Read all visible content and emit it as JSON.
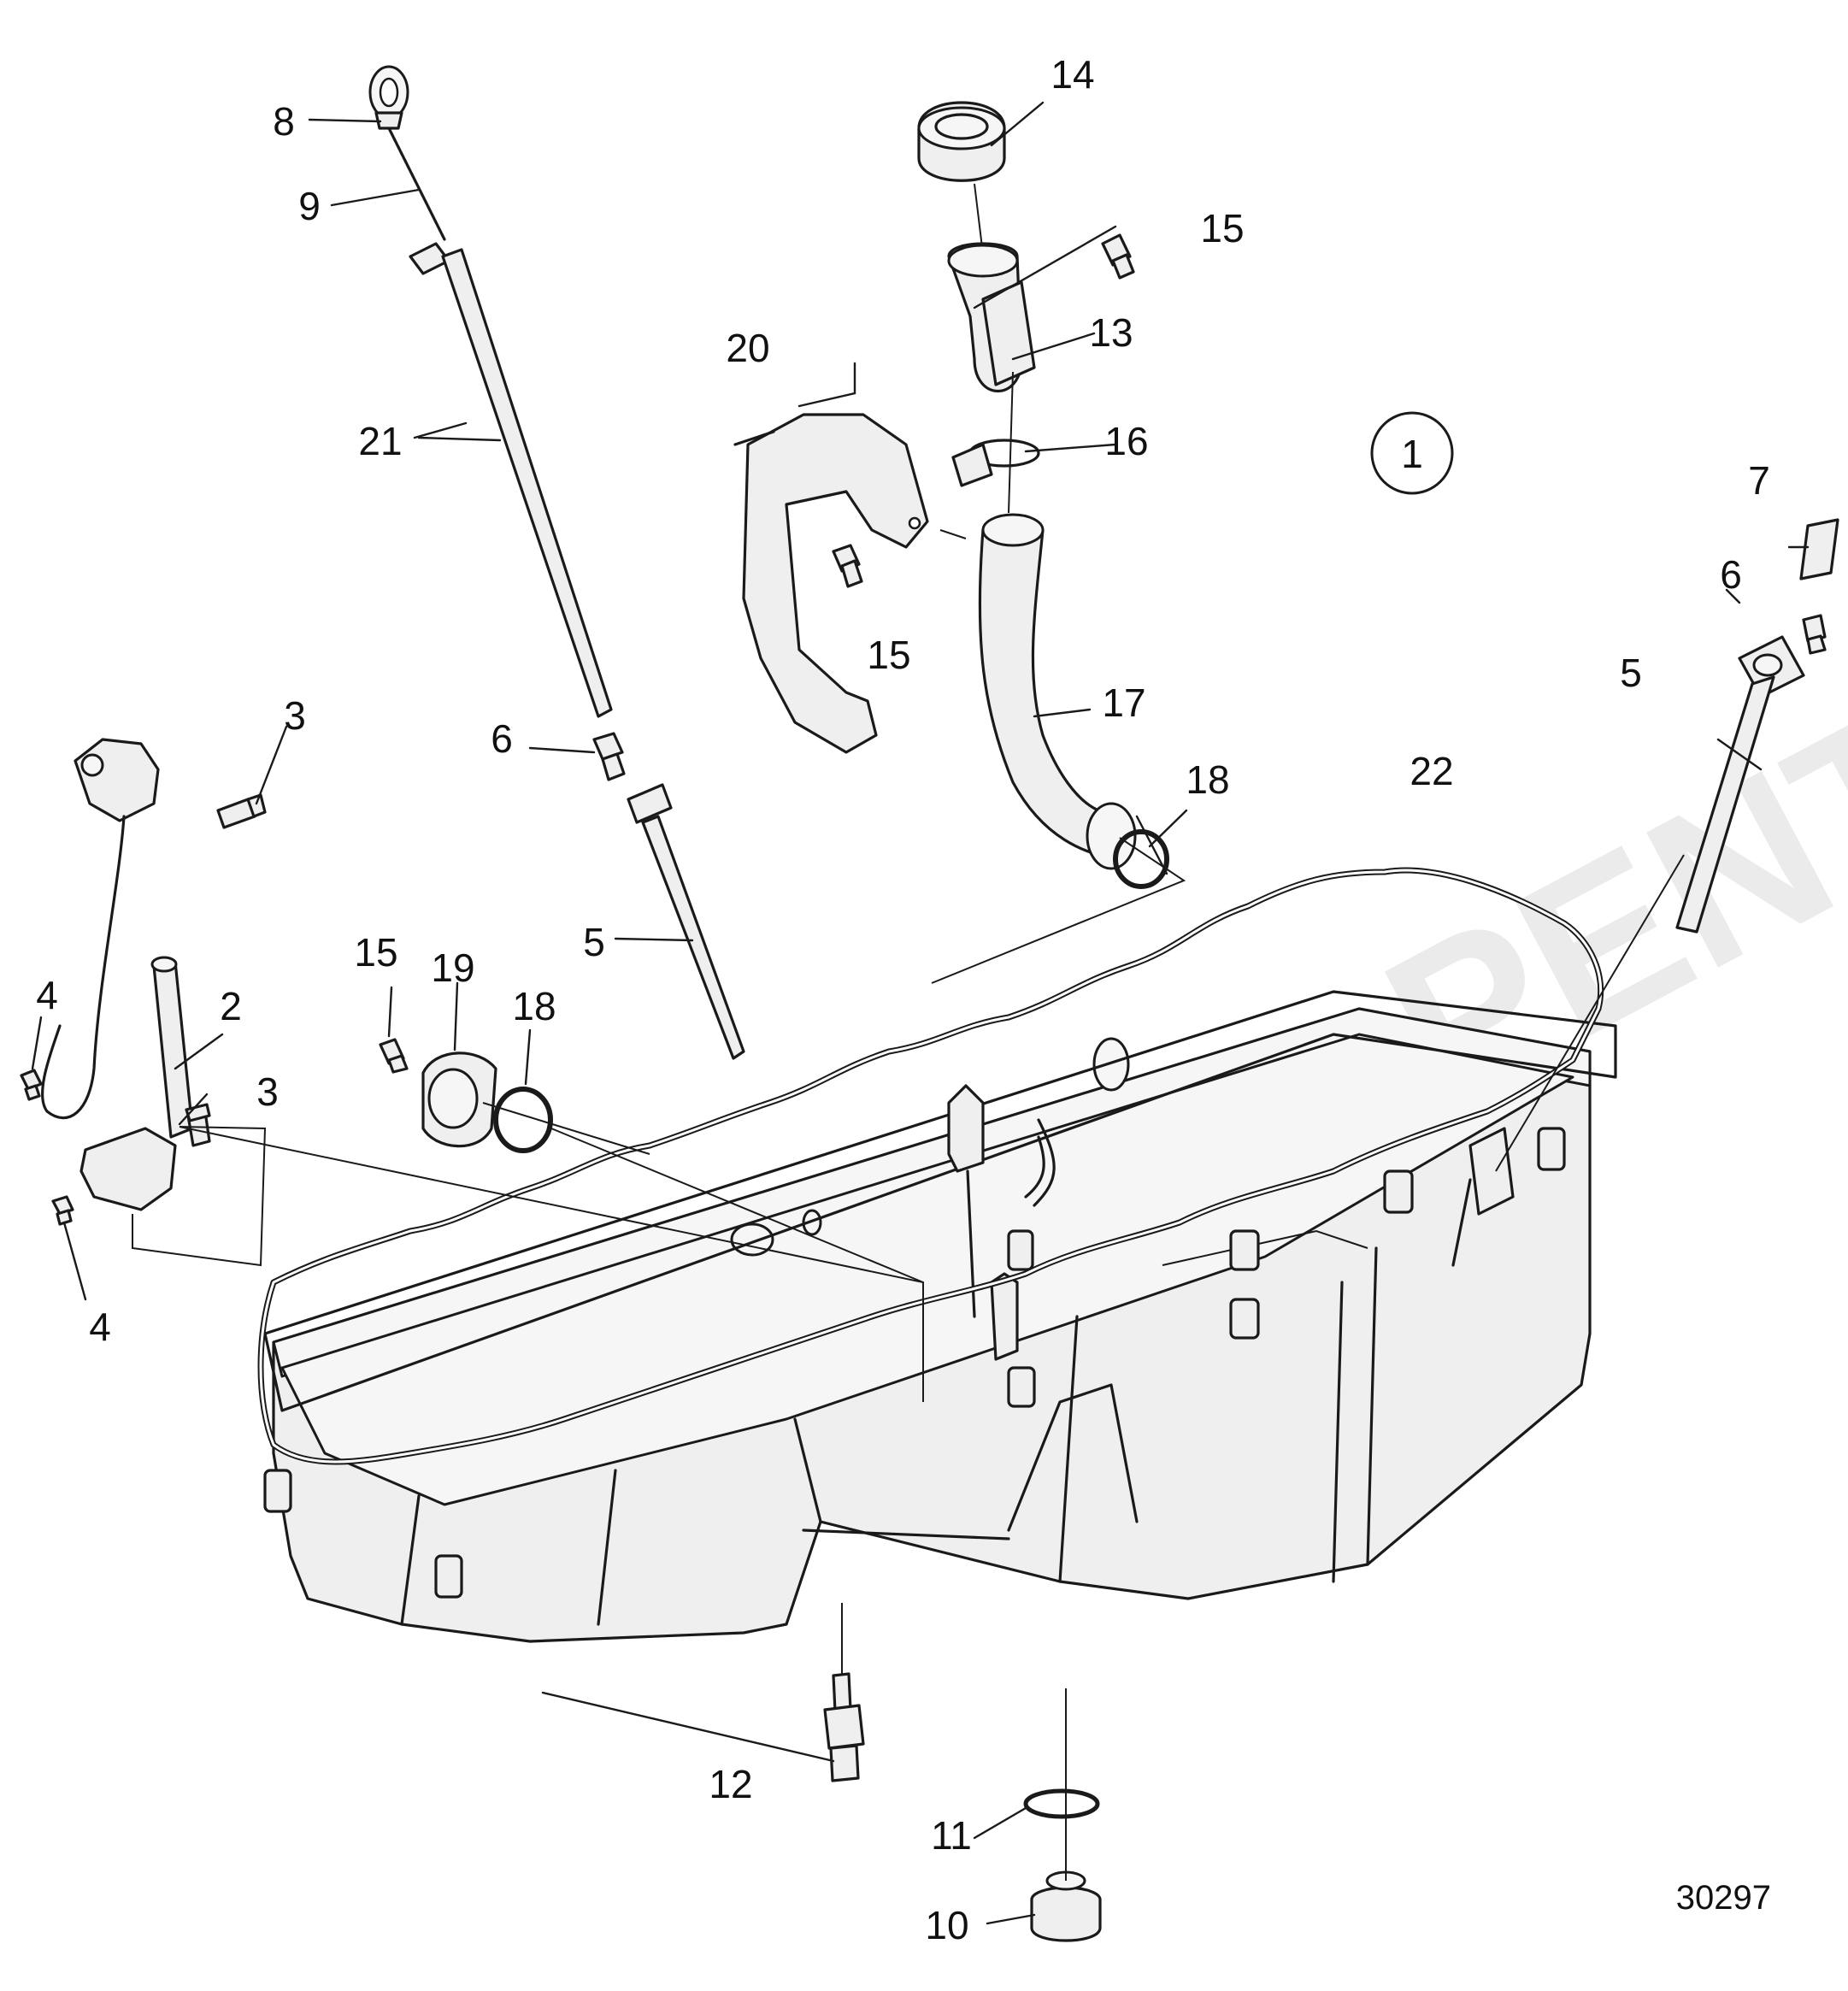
{
  "diagram": {
    "callout": "1",
    "reference_number": "30297",
    "watermark": "VOLVO PENTA",
    "labels": {
      "l1": "1",
      "l2": "2",
      "l3a": "3",
      "l3b": "3",
      "l4a": "4",
      "l4b": "4",
      "l5a": "5",
      "l5b": "5",
      "l6a": "6",
      "l6b": "6",
      "l7": "7",
      "l8": "8",
      "l9": "9",
      "l10": "10",
      "l11": "11",
      "l12": "12",
      "l13": "13",
      "l14": "14",
      "l15a": "15",
      "l15b": "15",
      "l15c": "15",
      "l16": "16",
      "l17": "17",
      "l18a": "18",
      "l18b": "18",
      "l19": "19",
      "l20": "20",
      "l21": "21",
      "l22": "22"
    }
  }
}
